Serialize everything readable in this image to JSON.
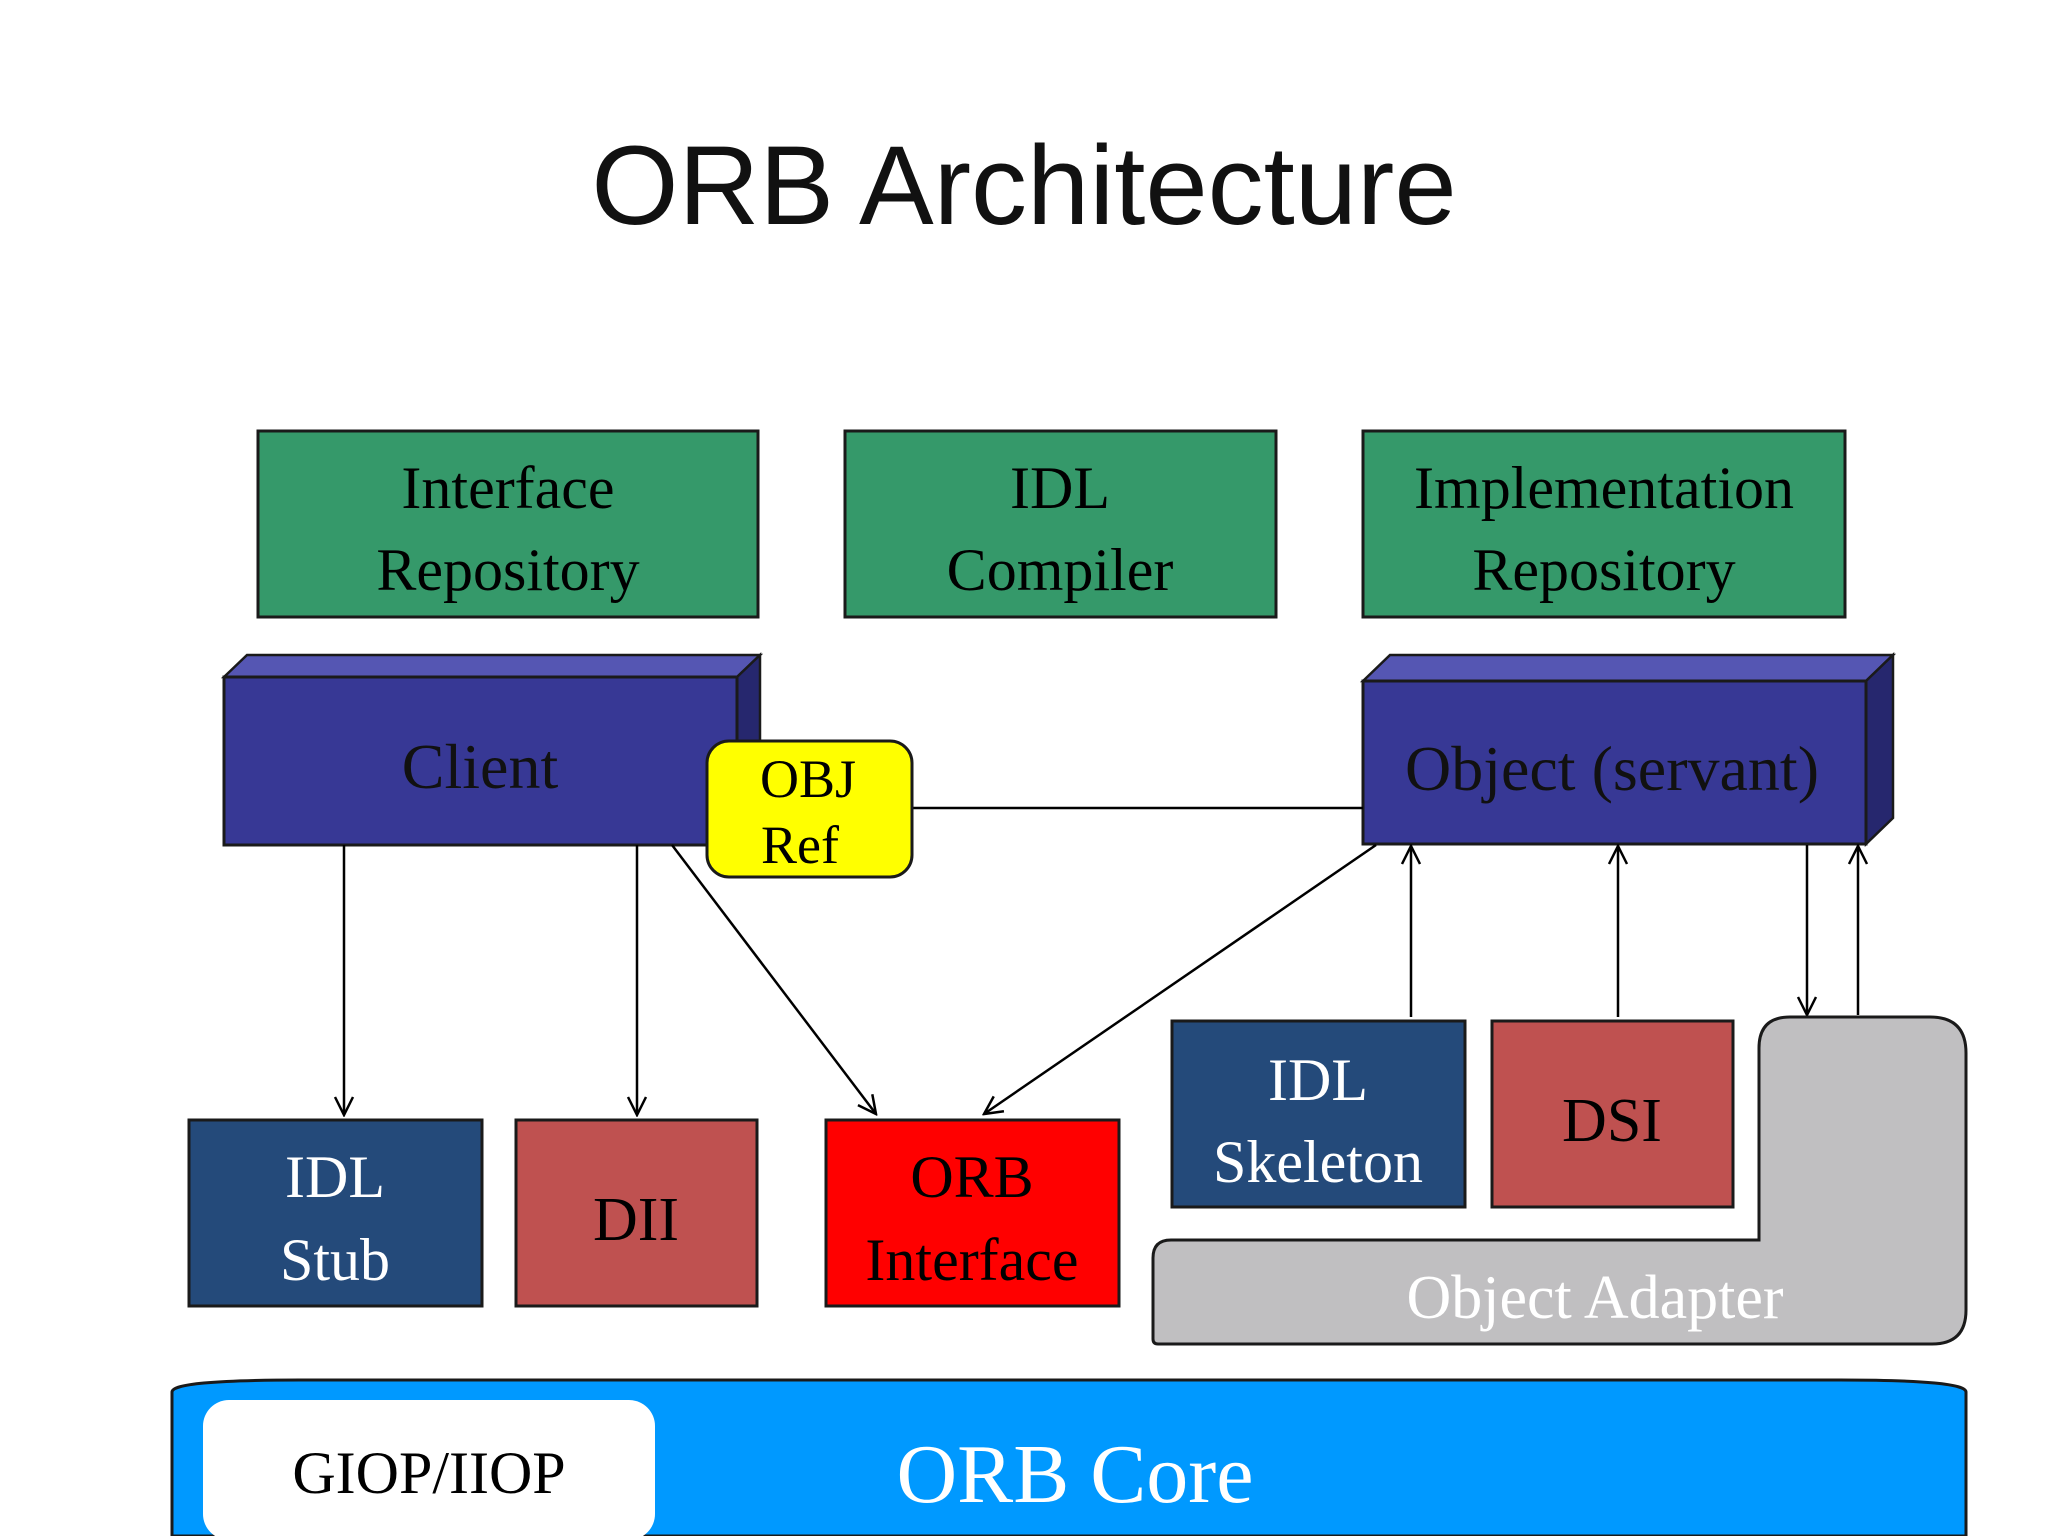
{
  "title": "ORB Architecture",
  "colors": {
    "green": "#35996a",
    "navy_box": "#373895",
    "navy_top": "#5556b3",
    "navy_side": "#26276e",
    "dark_blue": "#244a7a",
    "brick": "#bf5150",
    "red": "#ff0000",
    "yellow": "#ffff00",
    "gray": "#c0bfc1",
    "core_blue": "#0099ff"
  },
  "repositories": {
    "interface": [
      "Interface",
      "Repository"
    ],
    "idl_compiler": [
      "IDL",
      "Compiler"
    ],
    "implementation": [
      "Implementation",
      "Repository"
    ]
  },
  "client": "Client",
  "obj_ref": [
    "OBJ",
    "Ref"
  ],
  "servant": "Object (servant)",
  "idl_stub": [
    "IDL",
    "Stub"
  ],
  "dii": "DII",
  "orb_interface": [
    "ORB",
    "Interface"
  ],
  "idl_skeleton": [
    "IDL",
    "Skeleton"
  ],
  "dsi": "DSI",
  "object_adapter": "Object Adapter",
  "giop": "GIOP/IIOP",
  "orb_core": "ORB Core"
}
